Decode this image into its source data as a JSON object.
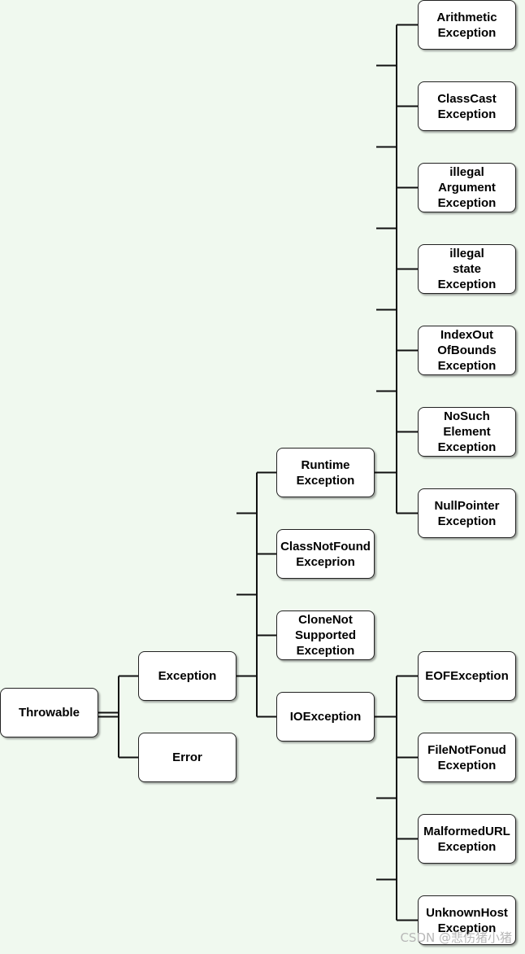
{
  "diagram": {
    "nodes": {
      "throwable": "Throwable",
      "exception": "Exception",
      "error": "Error",
      "runtime": "Runtime\nException",
      "classnotfound": "ClassNotFound\nExceprion",
      "clonenot": "CloneNot\nSupported\nException",
      "ioexception": "IOException",
      "arithmetic": "Arithmetic\nException",
      "classcast": "ClassCast\nException",
      "illegalarg": "illegal\nArgument\nException",
      "illegalstate": "illegal\nstate\nException",
      "indexout": "IndexOut\nOfBounds\nException",
      "nosuch": "NoSuch\nElement\nException",
      "nullpointer": "NullPointer\nException",
      "eof": "EOFException",
      "filenotfound": "FileNotFonud\nEcxeption",
      "malformed": "MalformedURL\nException",
      "unknownhost": "UnknownHost\nException"
    },
    "edges": [
      [
        "throwable",
        "exception"
      ],
      [
        "throwable",
        "error"
      ],
      [
        "exception",
        "runtime"
      ],
      [
        "exception",
        "classnotfound"
      ],
      [
        "exception",
        "clonenot"
      ],
      [
        "exception",
        "ioexception"
      ],
      [
        "runtime",
        "arithmetic"
      ],
      [
        "runtime",
        "classcast"
      ],
      [
        "runtime",
        "illegalarg"
      ],
      [
        "runtime",
        "illegalstate"
      ],
      [
        "runtime",
        "indexout"
      ],
      [
        "runtime",
        "nosuch"
      ],
      [
        "runtime",
        "nullpointer"
      ],
      [
        "ioexception",
        "eof"
      ],
      [
        "ioexception",
        "filenotfound"
      ],
      [
        "ioexception",
        "malformed"
      ],
      [
        "ioexception",
        "unknownhost"
      ]
    ]
  },
  "watermark": "CSDN @悲伤猪小猪"
}
